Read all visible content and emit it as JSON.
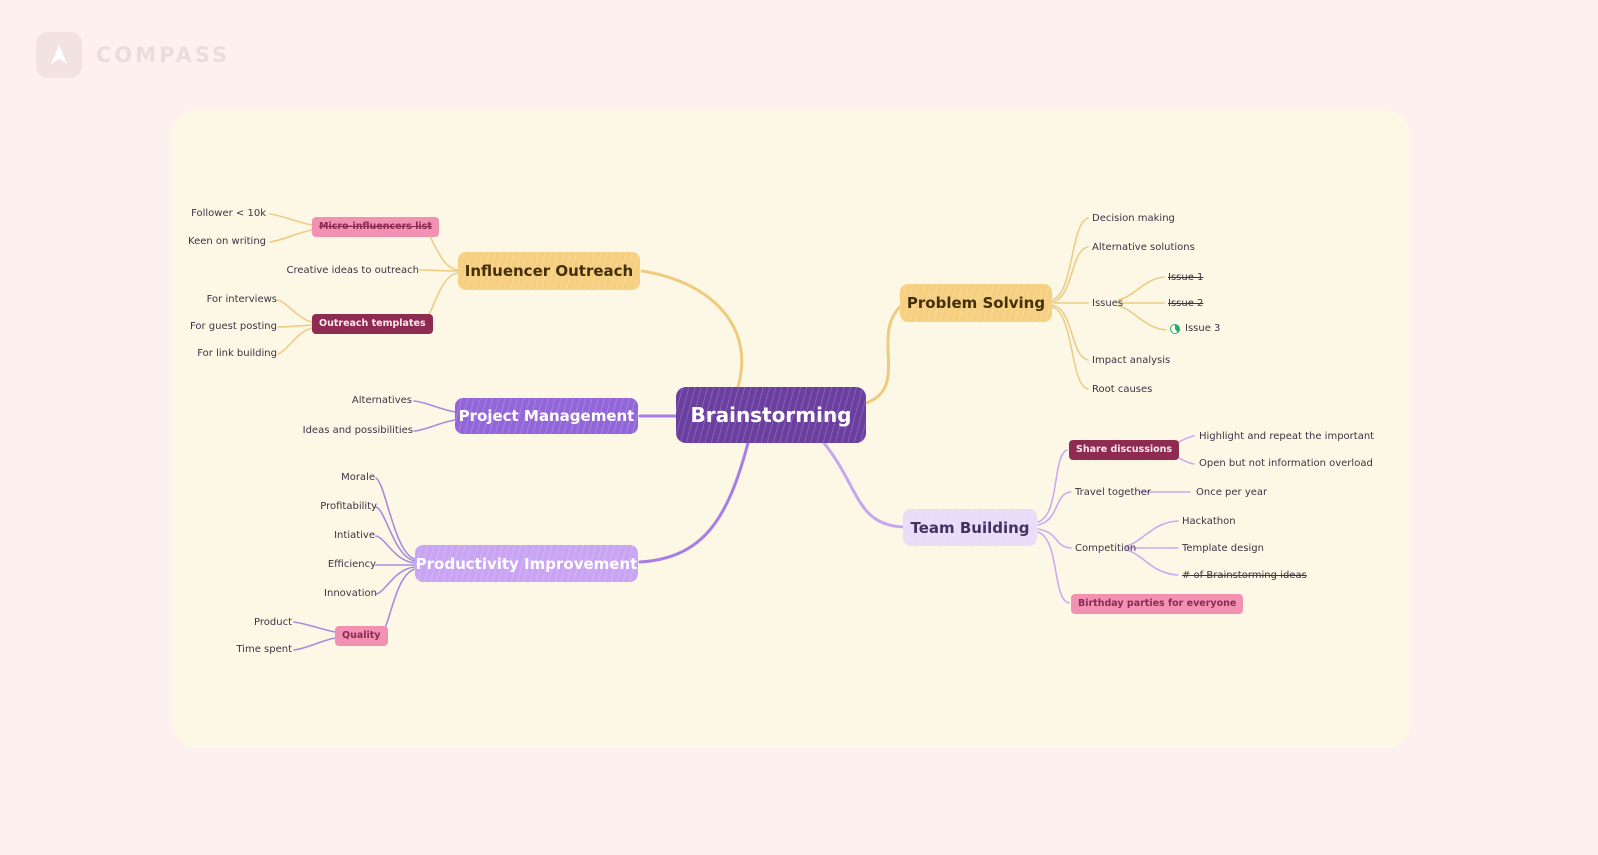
{
  "brand": {
    "name": "COMPASS"
  },
  "colors": {
    "page_bg": "#fdf0ef",
    "canvas_bg": "#fdf8e6",
    "root_purple": "#6a3fa0",
    "branch_yellow": "#f6cf80",
    "branch_purple": "#9266d8",
    "branch_lilac": "#c9a4f2",
    "branch_lavender": "#e8dcf9",
    "pill_pink": "#f192b2",
    "pill_maroon": "#8e2b51",
    "line_yellow": "#eecb7e",
    "line_purple": "#a87de6",
    "line_lilac": "#c9abf0",
    "progress_green": "#27ae60"
  },
  "map": {
    "root": "Brainstorming",
    "influencer": {
      "title": "Influencer Outreach",
      "micro": "Micro-influencers list",
      "follower": "Follower < 10k",
      "keen": "Keen on writing",
      "creative": "Creative ideas to outreach",
      "templates": "Outreach templates",
      "interviews": "For interviews",
      "guest": "For guest posting",
      "link": "For link building"
    },
    "project": {
      "title": "Project Management",
      "alternatives": "Alternatives",
      "ideas": "Ideas and possibilities"
    },
    "productivity": {
      "title": "Productivity Improvement",
      "morale": "Morale",
      "profitability": "Profitability",
      "initiative": "Intiative",
      "efficiency": "Efficiency",
      "innovation": "Innovation",
      "quality": "Quality",
      "product": "Product",
      "time": "Time spent"
    },
    "problem": {
      "title": "Problem Solving",
      "decision": "Decision making",
      "alt_solutions": "Alternative solutions",
      "issues": "Issues",
      "issue1": "Issue 1",
      "issue2": "Issue 2",
      "issue3": "Issue 3",
      "impact": "Impact analysis",
      "root_causes": "Root causes"
    },
    "team": {
      "title": "Team Building",
      "share": "Share discussions",
      "highlight": "Highlight and repeat the important",
      "open": "Open but not information overload",
      "travel": "Travel together",
      "once": "Once per year",
      "competition": "Competition",
      "hackathon": "Hackathon",
      "template": "Template design",
      "num_ideas": "# of Brainstorming ideas",
      "birthday": "Birthday parties for everyone"
    }
  }
}
